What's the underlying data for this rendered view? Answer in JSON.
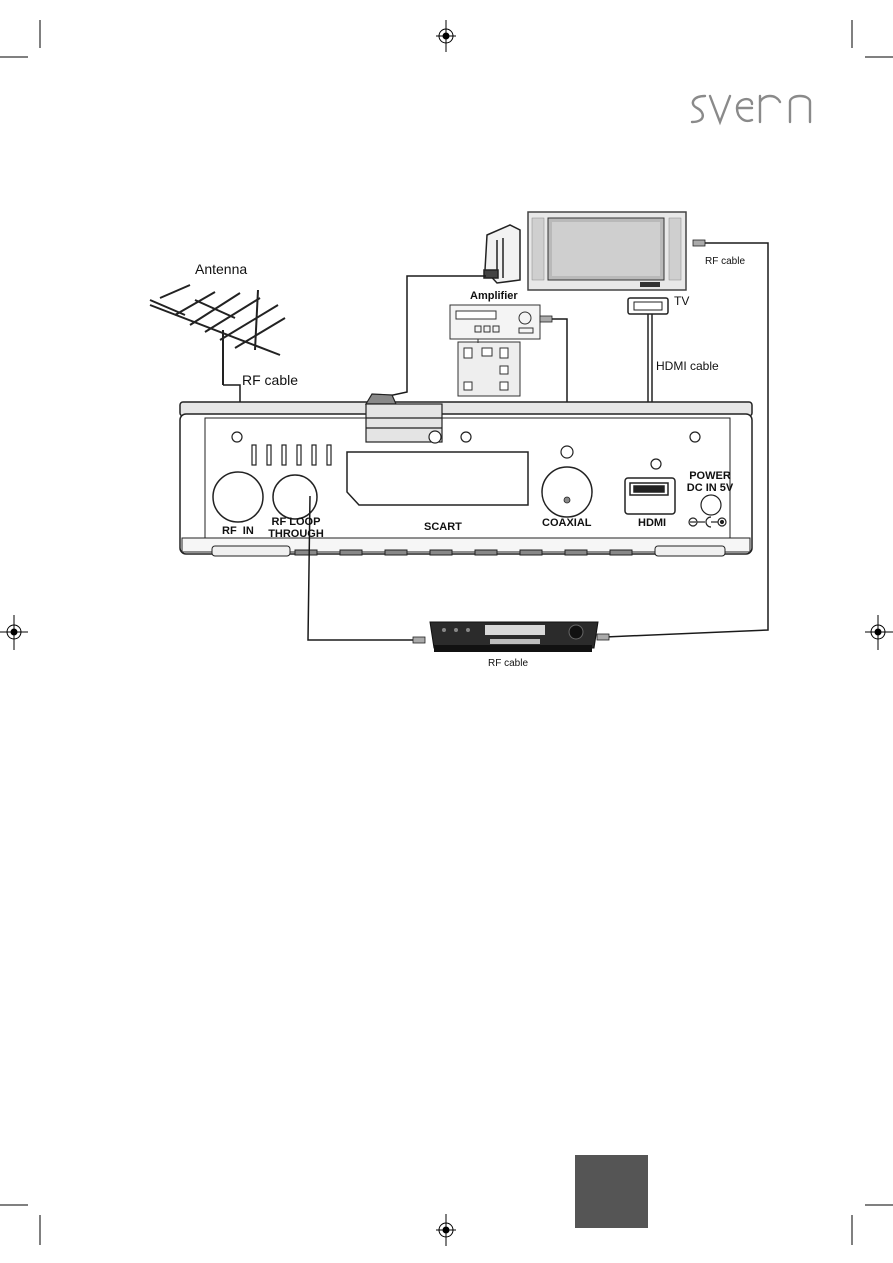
{
  "brand": {
    "logo_text": "sveon"
  },
  "labels": {
    "antenna": "Antenna",
    "rf_cable_antenna": "RF cable",
    "amplifier": "Amplifier",
    "tv": "TV",
    "rf_cable_tv": "RF cable",
    "hdmi_cable": "HDMI cable",
    "rf_in": "RF  IN",
    "rf_loop_line1": "RF LOOP",
    "rf_loop_line2": "THROUGH",
    "scart": "SCART",
    "coaxial": "COAXIAL",
    "hdmi": "HDMI",
    "power_line1": "POWER",
    "power_line2": "DC IN 5V",
    "rf_cable_bottom": "RF cable"
  },
  "colors": {
    "line": "#1a1a1a",
    "page_tab": "#555555",
    "device_dark": "#2b2b2b"
  }
}
